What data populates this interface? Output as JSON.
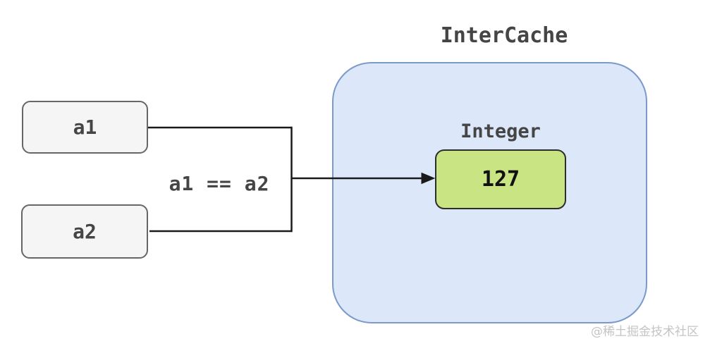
{
  "diagram": {
    "title": "InterCache",
    "node_a1_label": "a1",
    "node_a2_label": "a2",
    "comparison_label": "a1 == a2",
    "cache_type_label": "Integer",
    "cached_value": "127",
    "watermark": "@稀土掘金技术社区"
  },
  "colors": {
    "node-fill": "#f5f5f5",
    "node-border": "#666666",
    "cache-fill": "#dce7f9",
    "cache-border": "#7b99c9",
    "value-fill": "#c9e583",
    "value-border": "#2d2d2d",
    "line": "#1a1a1a",
    "text": "#454545",
    "value-text": "#111111",
    "watermark": "#c4c4c4"
  }
}
